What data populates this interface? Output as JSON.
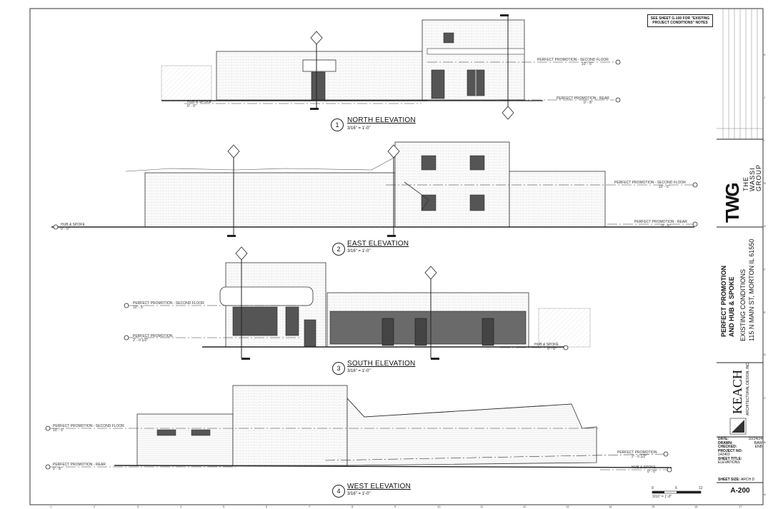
{
  "note": "SEE SHEET G-100 FOR \"EXISTING PROJECT CONDITIONS\" NOTES",
  "elevations": [
    {
      "number": "1",
      "title": "NORTH ELEVATION",
      "scale": "3/16\" = 1'-0\""
    },
    {
      "number": "2",
      "title": "EAST ELEVATION",
      "scale": "3/16\" = 1'-0\""
    },
    {
      "number": "3",
      "title": "SOUTH ELEVATION",
      "scale": "3/16\" = 1'-0\""
    },
    {
      "number": "4",
      "title": "WEST ELEVATION",
      "scale": "3/16\" = 1'-0\""
    }
  ],
  "levels": {
    "pp_second": "PERFECT PROMOTION - SECOND FLOOR",
    "pp_second_elev": "10' - 5\"",
    "pp_rear": "PERFECT PROMOTION - REAR",
    "pp_rear_elev": "0' - 8\"",
    "hub": "HUB & SPOKE",
    "hub_elev": "0' - 0\"",
    "pp": "PERFECT PROMOTION",
    "pp_elev": "2' - 0 1/2\""
  },
  "firm": {
    "name_lines": [
      "THE",
      "WASSI",
      "GROUP"
    ],
    "mark": "TWG"
  },
  "project": {
    "line1": "PERFECT PROMOTION",
    "line2": "AND HUB & SPOKE",
    "line3": "EXISTING CONDITIONS",
    "line4": "115 N MAIN ST, MORTON IL 61550"
  },
  "architect": {
    "name": "KEACH",
    "sub": "ARCHITECTURAL DESIGN, INC."
  },
  "sheet_info": {
    "date_label": "DATE:",
    "date": "10/24/24",
    "drawn_label": "DRAWN:",
    "drawn": "BAW",
    "checked_label": "CHECKED:",
    "checked": "ENB",
    "project_no_label": "PROJECT NO:",
    "project_no": "142403",
    "sheet_title_label": "SHEET TITLE:",
    "sheet_title": "ELEVATIONS",
    "sheet_size_label": "SHEET SIZE:",
    "sheet_size": "ARCH D",
    "sheet_number": "A-200"
  },
  "scale_bar": {
    "ticks": [
      "0",
      "6",
      "12"
    ],
    "label": "3/16\" = 1'-0\""
  },
  "grid_columns": [
    "1",
    "2",
    "3",
    "4",
    "5",
    "6",
    "7",
    "8",
    "9",
    "10",
    "11",
    "12",
    "13",
    "14",
    "15",
    "16",
    "17"
  ],
  "grid_rows": [
    "A",
    "B",
    "C",
    "D",
    "E",
    "F",
    "G",
    "H",
    "I",
    "J",
    "K"
  ]
}
